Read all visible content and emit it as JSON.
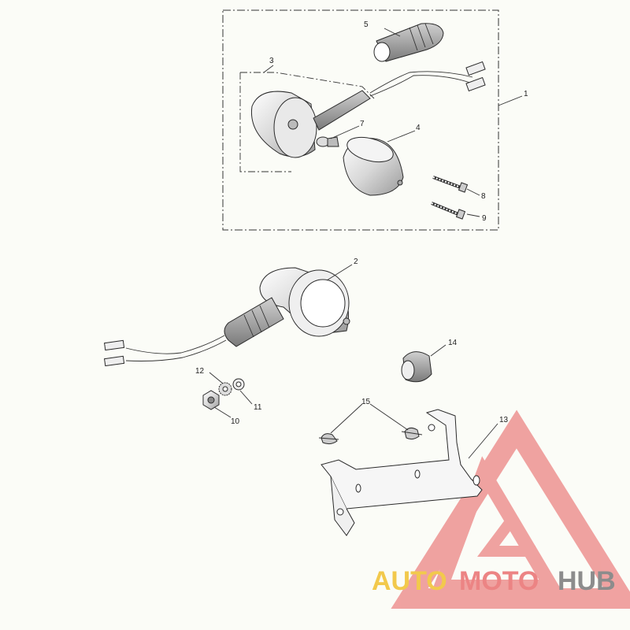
{
  "labels": {
    "p1": "1",
    "p2": "2",
    "p3": "3",
    "p4": "4",
    "p5": "5",
    "p7": "7",
    "p8": "8",
    "p9": "9",
    "p10": "10",
    "p11": "11",
    "p12": "12",
    "p13": "13",
    "p14": "14",
    "p15": "15"
  },
  "watermark": {
    "part_a": "AUTO",
    "part_b": "MOTO",
    "part_c": "HUB",
    "color_a": "#f2c94c",
    "color_b": "#ec8484",
    "color_c": "#8c8c8c"
  }
}
